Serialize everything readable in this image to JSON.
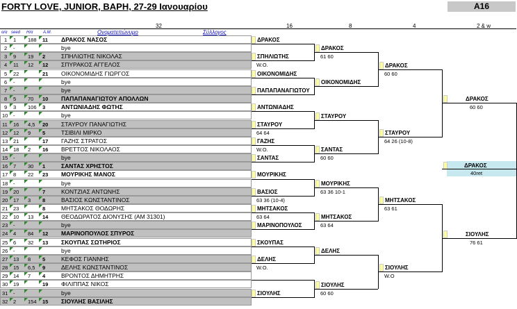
{
  "title": "FORTY LOVE, JUNIOR, ΒΑΡΗ, 27-29 Ιανουαρίου",
  "category": "A16",
  "headers": {
    "rounds": [
      "32",
      "16",
      "8",
      "4",
      "2 & w"
    ],
    "cols": [
      "α/α",
      "seed",
      "Η/α",
      "A.M."
    ],
    "name_col": "Ονοματεπώνυμο",
    "club_col": "Σύλλογος"
  },
  "draw": [
    {
      "pos": "1",
      "seed": "1",
      "r1": "188",
      "r2": "11",
      "name": "ΔΡΑΚΟΣ ΝΑΣΟΣ",
      "gray": false,
      "bold": true
    },
    {
      "pos": "2",
      "seed": "-",
      "r1": "",
      "r2": "",
      "name": "bye",
      "gray": false,
      "bold": false
    },
    {
      "pos": "3",
      "seed": "9",
      "r1": "19",
      "r2": "2",
      "name": "ΣΠΗΛΙΩΤΗΣ ΝΙΚΟΛΑΣ",
      "gray": true,
      "bold": false
    },
    {
      "pos": "4",
      "seed": "11",
      "r1": "12",
      "r2": "12",
      "name": "ΣΠΥΡΑΚΟΣ ΑΓΓΕΛΟΣ",
      "gray": true,
      "bold": false
    },
    {
      "pos": "5",
      "seed": "22",
      "r1": "",
      "r2": "21",
      "name": "ΟΙΚΟΝΟΜΙΔΗΣ ΓΙΩΡΓΟΣ",
      "gray": false,
      "bold": false
    },
    {
      "pos": "6",
      "seed": "-",
      "r1": "",
      "r2": "",
      "name": "bye",
      "gray": false,
      "bold": false
    },
    {
      "pos": "7",
      "seed": "-",
      "r1": "",
      "r2": "",
      "name": "bye",
      "gray": true,
      "bold": false
    },
    {
      "pos": "8",
      "seed": "5",
      "r1": "70",
      "r2": "10",
      "name": "ΠΑΠΑΠΑΝΑΓΙΩΤΟΥ ΑΠΟΛΛΩΝ",
      "gray": true,
      "bold": true
    },
    {
      "pos": "9",
      "seed": "3",
      "r1": "106",
      "r2": "3",
      "name": "ΑΝΤΩΝΙΑΔΗΣ ΦΩΤΗΣ",
      "gray": false,
      "bold": true
    },
    {
      "pos": "10",
      "seed": "-",
      "r1": "",
      "r2": "",
      "name": "bye",
      "gray": false,
      "bold": false
    },
    {
      "pos": "11",
      "seed": "16",
      "r1": "4,5",
      "r2": "20",
      "name": "ΣΤΑΥΡΟΥ ΠΑΝΑΓΙΩΤΗΣ",
      "gray": true,
      "bold": false
    },
    {
      "pos": "12",
      "seed": "12",
      "r1": "9",
      "r2": "5",
      "name": "ΤΣΙΒΙΛΙ ΜΙΡΚΟ",
      "gray": true,
      "bold": false
    },
    {
      "pos": "13",
      "seed": "21",
      "r1": "",
      "r2": "17",
      "name": "ΓΑΖΗΣ ΣΤΡΑΤΟΣ",
      "gray": false,
      "bold": false
    },
    {
      "pos": "14",
      "seed": "18",
      "r1": "2",
      "r2": "16",
      "name": "ΒΡΕΤΤΟΣ ΝΙΚΟΛΑΟΣ",
      "gray": false,
      "bold": false
    },
    {
      "pos": "15",
      "seed": "-",
      "r1": "",
      "r2": "",
      "name": "bye",
      "gray": true,
      "bold": false
    },
    {
      "pos": "16",
      "seed": "7",
      "r1": "30",
      "r2": "1",
      "name": "ΣΑΝΤΑΣ ΧΡΗΣΤΟΣ",
      "gray": true,
      "bold": true
    },
    {
      "pos": "17",
      "seed": "8",
      "r1": "22",
      "r2": "23",
      "name": "ΜΟΥΡΙΚΗΣ ΜΑΝΟΣ",
      "gray": false,
      "bold": true
    },
    {
      "pos": "18",
      "seed": "-",
      "r1": "",
      "r2": "",
      "name": "bye",
      "gray": false,
      "bold": false
    },
    {
      "pos": "19",
      "seed": "20",
      "r1": "",
      "r2": "7",
      "name": "ΚΟΝΤΖΙΑΣ ΑΝΤΩΝΗΣ",
      "gray": true,
      "bold": false
    },
    {
      "pos": "20",
      "seed": "17",
      "r1": "3",
      "r2": "8",
      "name": "ΒΑΣΙΟΣ ΚΩΝΣΤΑΝΤΙΝΟΣ",
      "gray": true,
      "bold": false
    },
    {
      "pos": "21",
      "seed": "23",
      "r1": "",
      "r2": "8",
      "name": "ΜΗΤΣΑΚΟΣ ΘΟΔΩΡΗΣ",
      "gray": false,
      "bold": false
    },
    {
      "pos": "22",
      "seed": "10",
      "r1": "13",
      "r2": "14",
      "name": "ΘΕΟΔΩΡΑΤΟΣ ΔΙΟΝΥΣΗΣ (AM 31301)",
      "gray": false,
      "bold": false
    },
    {
      "pos": "23",
      "seed": "-",
      "r1": "",
      "r2": "",
      "name": "bye",
      "gray": true,
      "bold": false
    },
    {
      "pos": "24",
      "seed": "4",
      "r1": "84",
      "r2": "12",
      "name": "ΜΑΡΙΝΟΠΟΥΛΟΣ ΣΠΥΡΟΣ",
      "gray": true,
      "bold": true
    },
    {
      "pos": "25",
      "seed": "6",
      "r1": "32",
      "r2": "13",
      "name": "ΣΚΟΥΠΑΣ ΣΩΤΗΡΙΟΣ",
      "gray": false,
      "bold": true
    },
    {
      "pos": "26",
      "seed": "-",
      "r1": "",
      "r2": "",
      "name": "bye",
      "gray": false,
      "bold": false
    },
    {
      "pos": "27",
      "seed": "13",
      "r1": "8",
      "r2": "5",
      "name": "ΚΕΦΟΣ ΓΙΑΝΝΗΣ",
      "gray": true,
      "bold": false
    },
    {
      "pos": "28",
      "seed": "15",
      "r1": "6,5",
      "r2": "9",
      "name": "ΔΕΛΗΣ ΚΩΝΣΤΑΝΤΙΝΟΣ",
      "gray": true,
      "bold": false
    },
    {
      "pos": "29",
      "seed": "14",
      "r1": "7",
      "r2": "4",
      "name": "ΒΡΟΝΤΟΣ ΔΗΜΗΤΡΗΣ",
      "gray": false,
      "bold": false
    },
    {
      "pos": "30",
      "seed": "19",
      "r1": "",
      "r2": "19",
      "name": "ΦΙΛΙΠΠΑΣ ΝΙΚΟΣ",
      "gray": false,
      "bold": false
    },
    {
      "pos": "31",
      "seed": "-",
      "r1": "",
      "r2": "",
      "name": "bye",
      "gray": true,
      "bold": false
    },
    {
      "pos": "32",
      "seed": "2",
      "r1": "154",
      "r2": "15",
      "name": "ΣΙΟΥΛΗΣ ΒΑΣΙΛΗΣ",
      "gray": true,
      "bold": true
    }
  ],
  "r16": [
    {
      "name": "ΔΡΑΚΟΣ",
      "score": ""
    },
    {
      "name": "ΣΠΗΛΙΩΤΗΣ",
      "score": "W.O."
    },
    {
      "name": "ΟΙΚΟΝΟΜΙΔΗΣ",
      "score": ""
    },
    {
      "name": "ΠΑΠΑΠΑΝΑΓΙΩΤΟΥ",
      "score": ""
    },
    {
      "name": "ΑΝΤΩΝΙΑΔΗΣ",
      "score": ""
    },
    {
      "name": "ΣΤΑΥΡΟΥ",
      "score": "64 64"
    },
    {
      "name": "ΓΑΖΗΣ",
      "score": "W.O."
    },
    {
      "name": "ΣΑΝΤΑΣ",
      "score": ""
    },
    {
      "name": "ΜΟΥΡΙΚΗΣ",
      "score": ""
    },
    {
      "name": "ΒΑΣΙΟΣ",
      "score": "63 36 (10-4)"
    },
    {
      "name": "ΜΗΤΣΑΚΟΣ",
      "score": "63 64"
    },
    {
      "name": "ΜΑΡΙΝΟΠΟΥΛΟΣ",
      "score": ""
    },
    {
      "name": "ΣΚΟΥΠΑΣ",
      "score": ""
    },
    {
      "name": "ΔΕΛΗΣ",
      "score": "W.O."
    },
    {
      "name": "",
      "score": ""
    },
    {
      "name": "ΣΙΟΥΛΗΣ",
      "score": ""
    }
  ],
  "r8": [
    {
      "name": "ΔΡΑΚΟΣ",
      "score": "61 60"
    },
    {
      "name": "ΟΙΚΟΝΟΜΙΔΗΣ",
      "score": ""
    },
    {
      "name": "ΣΤΑΥΡΟΥ",
      "score": ""
    },
    {
      "name": "ΣΑΝΤΑΣ",
      "score": "60 60"
    },
    {
      "name": "ΜΟΥΡΙΚΗΣ",
      "score": "63 36 10-1"
    },
    {
      "name": "ΜΗΤΣΑΚΟΣ",
      "score": "63 64"
    },
    {
      "name": "ΔΕΛΗΣ",
      "score": ""
    },
    {
      "name": "ΣΙΟΥΛΗΣ",
      "score": "60 60"
    }
  ],
  "r4": [
    {
      "name": "ΔΡΑΚΟΣ",
      "score": "60 60"
    },
    {
      "name": "ΣΤΑΥΡΟΥ",
      "score": "64 26 (10-8)"
    },
    {
      "name": "ΜΗΤΣΑΚΟΣ",
      "score": "63 61"
    },
    {
      "name": "ΣΙΟΥΛΗΣ",
      "score": "W.O"
    }
  ],
  "r2": [
    {
      "name": "ΔΡΑΚΟΣ",
      "score": "60 60"
    },
    {
      "name": "ΣΙΟΥΛΗΣ",
      "score": "76 61"
    }
  ],
  "winner": {
    "name": "ΔΡΑΚΟΣ",
    "score": "40ret"
  }
}
